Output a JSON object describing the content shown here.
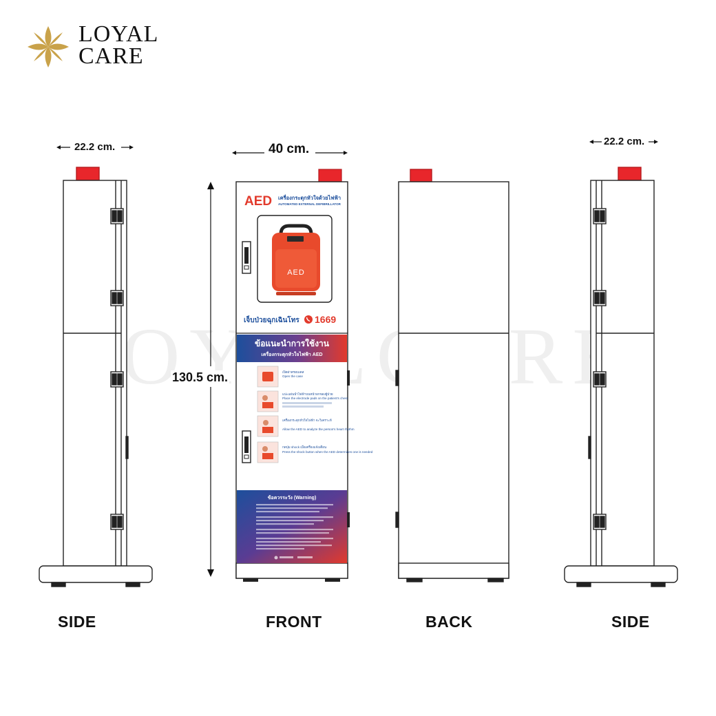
{
  "brand": {
    "name_line1": "LOYAL",
    "name_line2": "CARE",
    "watermark": "LOYALCARE"
  },
  "dimensions": {
    "side_left_width": "22.2 cm.",
    "front_width": "40 cm.",
    "front_height": "130.5 cm.",
    "side_right_width": "22.2 cm."
  },
  "views": {
    "side_left": "SIDE",
    "front": "FRONT",
    "back": "BACK",
    "side_right": "SIDE"
  },
  "panel": {
    "aed_title": "AED",
    "aed_thai": "เครื่องกระตุกหัวใจด้วยไฟฟ้า",
    "aed_english": "AUTOMATED EXTERNAL DEFIBRILLATOR",
    "device_label": "AED",
    "emergency_thai": "เจ็บป่วยฉุกเฉินโทร",
    "emergency_number": "1669",
    "instructions_title": "ข้อแนะนำการใช้งาน",
    "instructions_subtitle": "เครื่องกระตุกหัวใจไฟฟ้า AED",
    "steps": [
      {
        "thai": "เปิดฝาครอบเคส",
        "en": "Open the case"
      },
      {
        "thai": "แปะแผ่นนำไฟฟ้าบนหน้าอกของผู้ป่วย",
        "en": "Place the electrode pads on the patient's chest"
      },
      {
        "thai": "เครื่องกระตุกหัวใจไฟฟ้า จะวิเคราะห์",
        "en": "Allow the AED to analyze the person's heart rhythm"
      },
      {
        "thai": "กดปุ่ม shock เมื่อเครื่องแจ้งเตือน",
        "en": "Press the shock button when the AED determines one is needed"
      }
    ],
    "warning_title": "ข้อควรระวัง (Warning)"
  },
  "colors": {
    "accent_red": "#e23a2c",
    "accent_blue": "#1d4f9c",
    "alarm_red": "#e8262b",
    "gold": "#c9a24a",
    "outline": "#222222"
  }
}
